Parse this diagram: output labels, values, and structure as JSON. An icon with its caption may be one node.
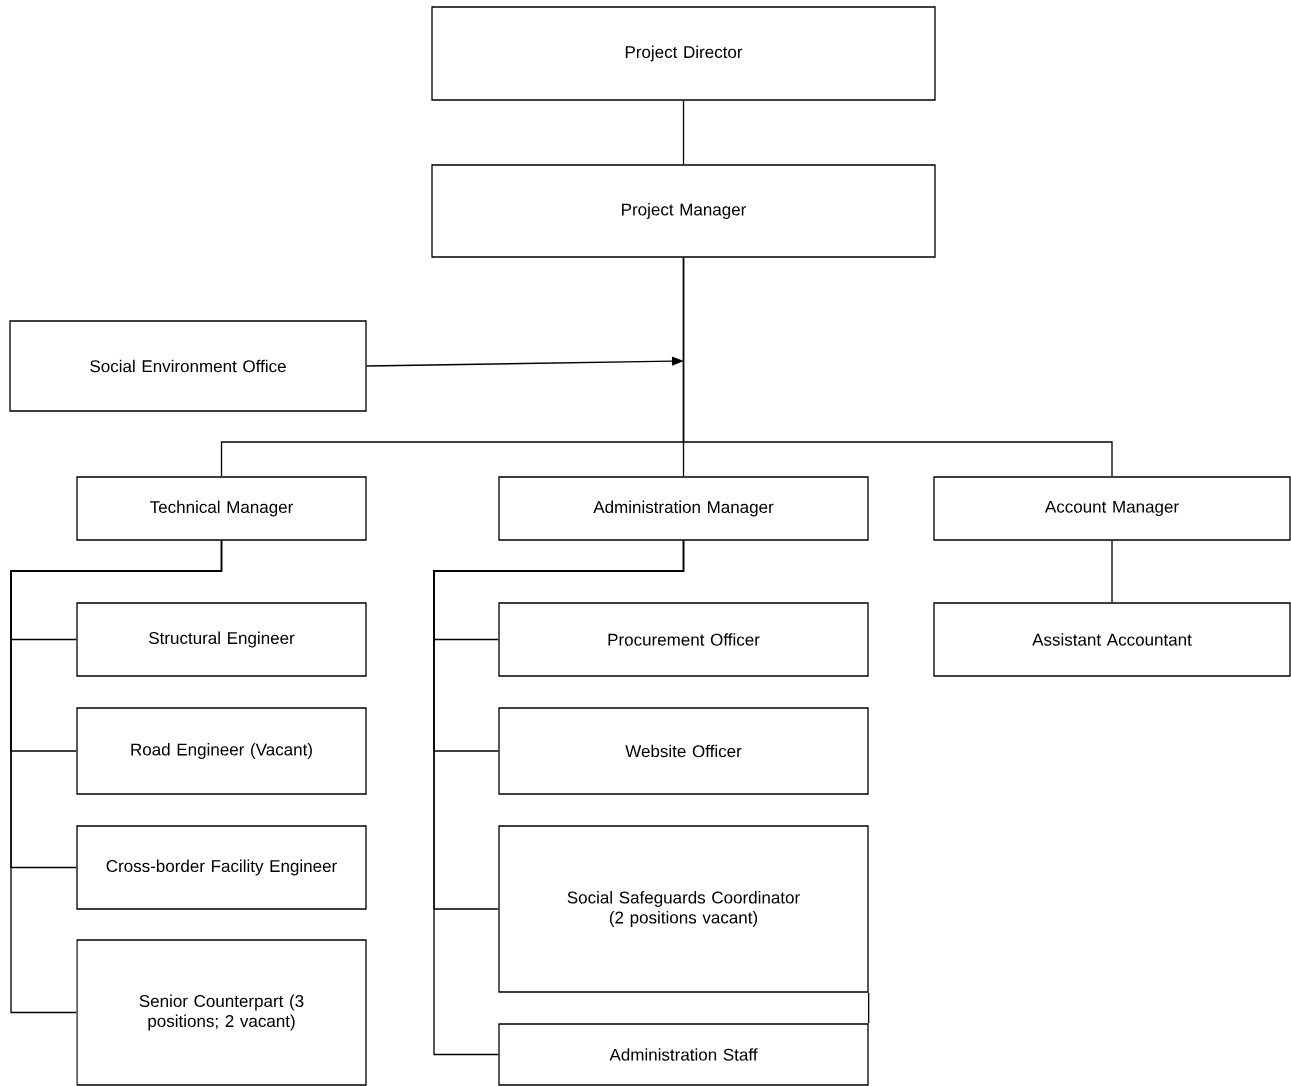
{
  "diagram": {
    "nodes": [
      {
        "text": [
          "Project Director"
        ]
      },
      {
        "text": [
          "Project Manager"
        ]
      },
      {
        "text": [
          "Social Environment Office"
        ]
      },
      {
        "text": [
          "Technical Manager"
        ]
      },
      {
        "text": [
          "Administration Manager"
        ]
      },
      {
        "text": [
          "Account Manager"
        ]
      },
      {
        "text": [
          "Structural Engineer"
        ]
      },
      {
        "text": [
          "Road Engineer (Vacant)"
        ]
      },
      {
        "text": [
          "Cross-border Facility Engineer"
        ]
      },
      {
        "text": [
          "Senior Counterpart (3 positions; 2 vacant)"
        ]
      },
      {
        "text": [
          "Procurement Officer"
        ]
      },
      {
        "text": [
          "Website Officer"
        ]
      },
      {
        "text": [
          "Social Safeguards Coordinator (2 positions vacant)"
        ]
      },
      {
        "text": [
          "Administration Staff"
        ]
      },
      {
        "text": [
          "Assistant Accountant"
        ]
      }
    ],
    "edges": [
      {
        "from": 0,
        "to": 1,
        "arrow": "none"
      },
      {
        "from": 2,
        "to": null,
        "arrow": "to"
      },
      {
        "from": 1,
        "to": 3,
        "arrow": "none"
      },
      {
        "from": 1,
        "to": 4,
        "arrow": "none"
      },
      {
        "from": 1,
        "to": 5,
        "arrow": "none"
      },
      {
        "from": 3,
        "to": 6,
        "arrow": "none"
      },
      {
        "from": 3,
        "to": 7,
        "arrow": "none"
      },
      {
        "from": 3,
        "to": 8,
        "arrow": "none"
      },
      {
        "from": 3,
        "to": 9,
        "arrow": "none"
      },
      {
        "from": 4,
        "to": 10,
        "arrow": "none"
      },
      {
        "from": 4,
        "to": 11,
        "arrow": "none"
      },
      {
        "from": 4,
        "to": 12,
        "arrow": "none"
      },
      {
        "from": 4,
        "to": 13,
        "arrow": "none"
      },
      {
        "from": 5,
        "to": 14,
        "arrow": "none"
      },
      {
        "from": 12,
        "to": 13,
        "arrow": "none"
      }
    ]
  }
}
